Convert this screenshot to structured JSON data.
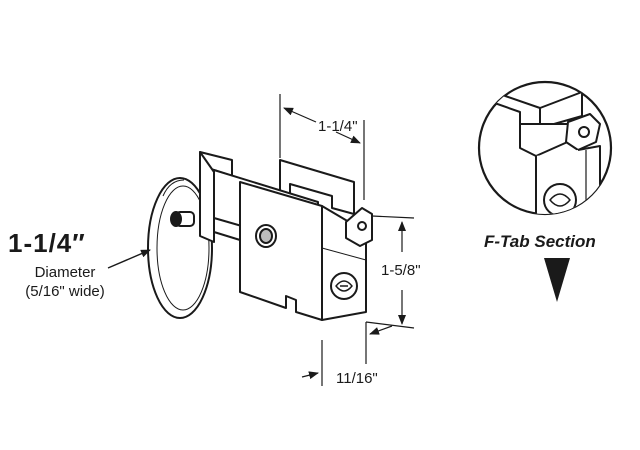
{
  "dimensions": {
    "top_width": "1-1/4\"",
    "height": "1-5/8\"",
    "depth": "11/16\""
  },
  "wheel": {
    "diameter_value": "1-1/4″",
    "diameter_label": "Diameter",
    "width_note": "(5/16\" wide)"
  },
  "detail": {
    "section_label": "F-Tab Section"
  },
  "colors": {
    "ink": "#1a1a1a",
    "shade": "#bdbdbd",
    "background": "#ffffff"
  }
}
